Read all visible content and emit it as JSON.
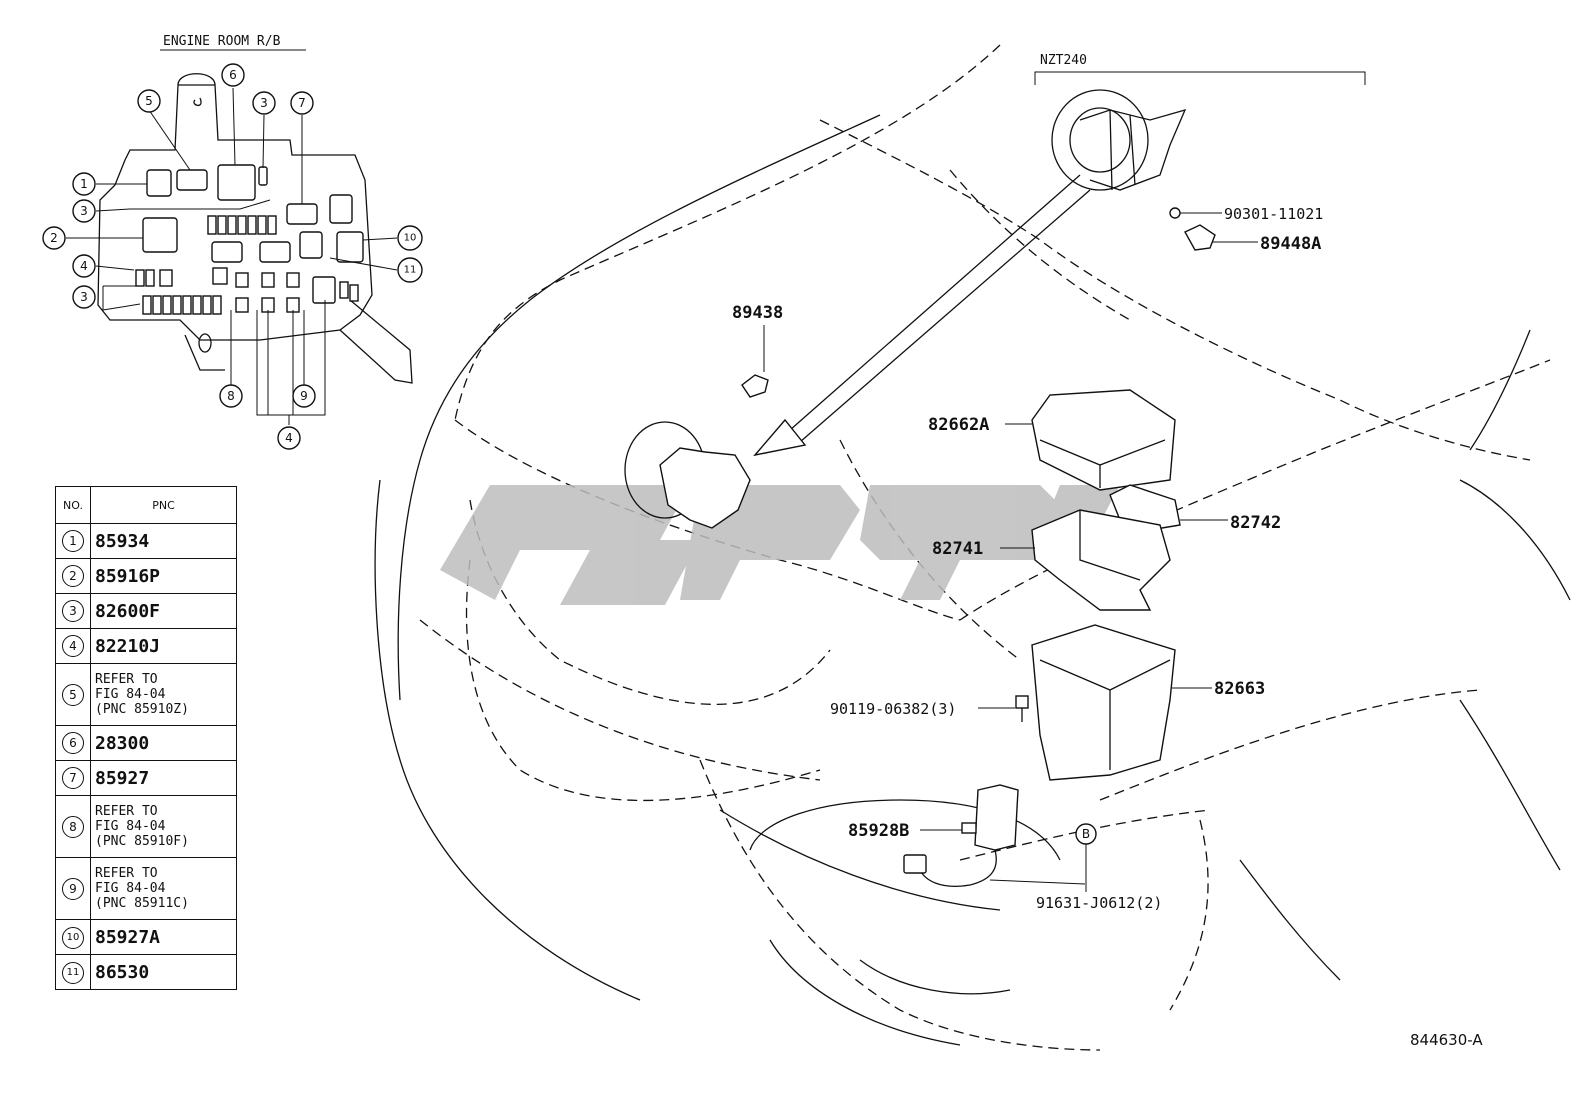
{
  "rb_title": "ENGINE ROOM R/B",
  "variant_label": "NZT240",
  "callouts": {
    "c1": "1",
    "c2": "2",
    "c3a": "3",
    "c3b": "3",
    "c3c": "3",
    "c4a": "4",
    "c4b": "4",
    "c5": "5",
    "c6": "6",
    "c7": "7",
    "c8": "8",
    "c9": "9",
    "c10": "10",
    "c11": "11"
  },
  "table": {
    "header_no": "NO.",
    "header_pnc": "PNC",
    "rows": [
      {
        "no": "1",
        "pnc": "85934"
      },
      {
        "no": "2",
        "pnc": "85916P"
      },
      {
        "no": "3",
        "pnc": "82600F"
      },
      {
        "no": "4",
        "pnc": "82210J"
      },
      {
        "no": "5",
        "ref": [
          "REFER TO",
          "FIG 84-04",
          "(PNC 85910Z)"
        ]
      },
      {
        "no": "6",
        "pnc": "28300"
      },
      {
        "no": "7",
        "pnc": "85927"
      },
      {
        "no": "8",
        "ref": [
          "REFER TO",
          "FIG 84-04",
          "(PNC 85910F)"
        ]
      },
      {
        "no": "9",
        "ref": [
          "REFER TO",
          "FIG 84-04",
          "(PNC 85911C)"
        ]
      },
      {
        "no": "10",
        "pnc": "85927A"
      },
      {
        "no": "11",
        "pnc": "86530"
      }
    ]
  },
  "part_labels": {
    "p89438": "89438",
    "p90301": "90301-11021",
    "p89448a": "89448A",
    "p82662a": "82662A",
    "p82742": "82742",
    "p82741": "82741",
    "p82663": "82663",
    "p90119": "90119-06382(3)",
    "p85928b": "85928B",
    "p91631": "91631-J0612(2)",
    "callout_b": "B"
  },
  "figure_code": "844630-A",
  "watermark_color": "#bdbdbd"
}
